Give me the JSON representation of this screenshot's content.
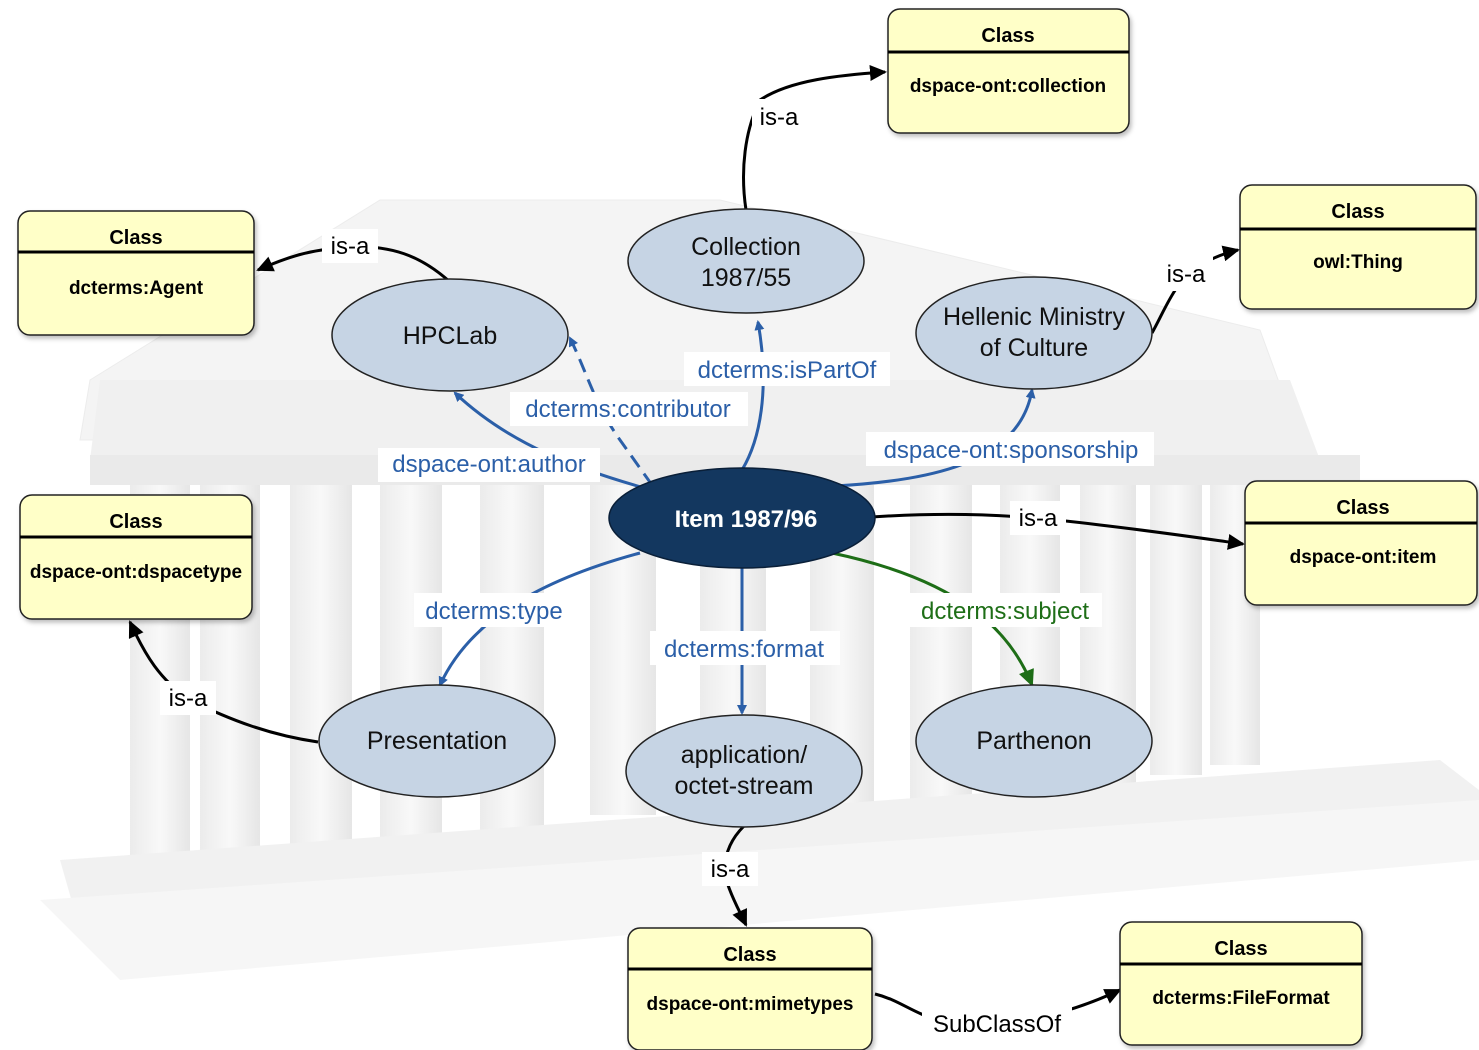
{
  "colors": {
    "node_fill": "#c6d4e4",
    "node_stroke": "#222222",
    "center_fill": "#13375f",
    "class_fill": "#ffffc8",
    "blue_edge": "#2b5fa8",
    "green_edge": "#1e6e17",
    "black_edge": "#000000"
  },
  "center": {
    "label": "Item 1987/96"
  },
  "nodes": {
    "collection": {
      "line1": "Collection",
      "line2": "1987/55"
    },
    "hpclab": {
      "line1": "HPCLab"
    },
    "ministry": {
      "line1": "Hellenic Ministry",
      "line2": "of Culture"
    },
    "presentation": {
      "line1": "Presentation"
    },
    "mimetype": {
      "line1": "application/",
      "line2": "octet-stream"
    },
    "parthenon": {
      "line1": "Parthenon"
    }
  },
  "classes": {
    "collection": {
      "header": "Class",
      "name": "dspace-ont:collection"
    },
    "agent": {
      "header": "Class",
      "name": "dcterms:Agent"
    },
    "thing": {
      "header": "Class",
      "name": "owl:Thing"
    },
    "dspacetype": {
      "header": "Class",
      "name": "dspace-ont:dspacetype"
    },
    "item": {
      "header": "Class",
      "name": "dspace-ont:item"
    },
    "mimetypes": {
      "header": "Class",
      "name": "dspace-ont:mimetypes"
    },
    "fileformat": {
      "header": "Class",
      "name": "dcterms:FileFormat"
    }
  },
  "edges": {
    "isPartOf": "dcterms:isPartOf",
    "contributor": "dcterms:contributor",
    "author": "dspace-ont:author",
    "sponsorship": "dspace-ont:sponsorship",
    "type": "dcterms:type",
    "format": "dcterms:format",
    "subject": "dcterms:subject",
    "isa_collection": "is-a",
    "isa_agent": "is-a",
    "isa_thing": "is-a",
    "isa_item": "is-a",
    "isa_dspacetype": "is-a",
    "isa_mimetypes": "is-a",
    "subclassof": "SubClassOf"
  }
}
